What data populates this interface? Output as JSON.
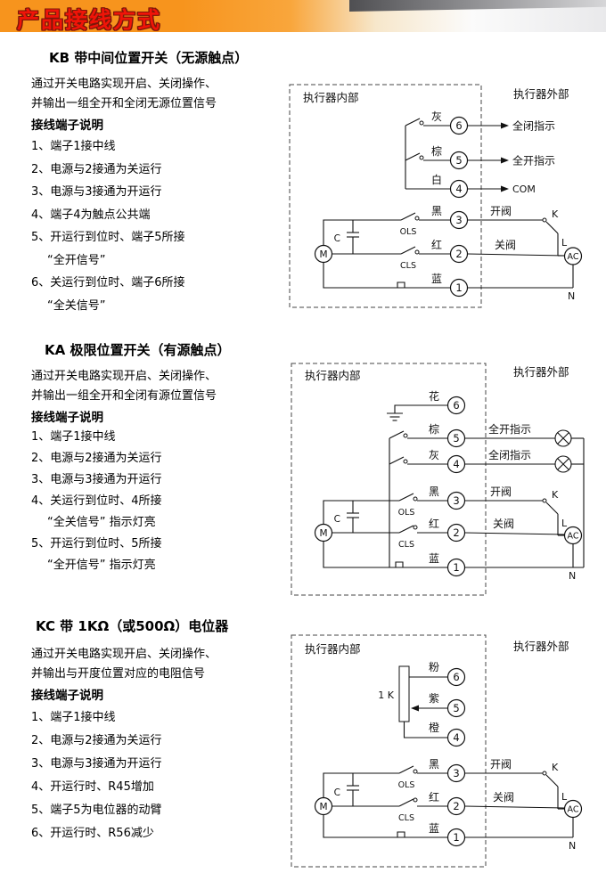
{
  "header": {
    "title": "产品接线方式"
  },
  "sections": [
    {
      "title": "KB 带中间位置开关（无源触点）",
      "desc": [
        "通过开关电路实现开启、关闭操作、",
        "并输出一组全开和全闭无源位置信号"
      ],
      "notes_heading": "接线端子说明",
      "notes": [
        "1、端子1接中线",
        "2、电源与2接通为关运行",
        "3、电源与3接通为开运行",
        "4、端子4为触点公共端",
        "5、开运行到位时、端子5所接",
        "“全开信号”",
        "6、关运行到位时、端子6所接",
        "“全关信号”"
      ],
      "diagram": {
        "internal_label": "执行器内部",
        "external_label": "执行器外部",
        "terminals": [
          "6",
          "5",
          "4",
          "3",
          "2",
          "1"
        ],
        "wires": [
          "灰",
          "棕",
          "白",
          "黑",
          "红",
          "蓝"
        ],
        "motor": "M",
        "capacitor": "C",
        "ols": "OLS",
        "cls": "CLS",
        "closed_indicator": "全闭指示",
        "open_indicator": "全开指示",
        "com": "COM",
        "open_valve": "开阀",
        "close_valve": "关阀",
        "k": "K",
        "l": "L",
        "ac": "AC",
        "n": "N"
      }
    },
    {
      "title": "KA 极限位置开关（有源触点）",
      "desc": [
        "通过开关电路实现开启、关闭操作、",
        "并输出一组全开和全闭有源位置信号"
      ],
      "notes_heading": "接线端子说明",
      "notes": [
        "1、端子1接中线",
        "2、电源与2接通为关运行",
        "3、电源与3接通为开运行",
        "4、关运行到位时、4所接",
        "“全关信号” 指示灯亮",
        "5、开运行到位时、5所接",
        "“全开信号” 指示灯亮"
      ],
      "diagram": {
        "internal_label": "执行器内部",
        "external_label": "执行器外部",
        "terminals": [
          "6",
          "5",
          "4",
          "3",
          "2",
          "1"
        ],
        "wires": [
          "花",
          "棕",
          "灰",
          "黑",
          "红",
          "蓝"
        ],
        "motor": "M",
        "capacitor": "C",
        "ols": "OLS",
        "cls": "CLS",
        "open_indicator": "全开指示",
        "closed_indicator": "全闭指示",
        "open_valve": "开阀",
        "close_valve": "关阀",
        "k": "K",
        "l": "L",
        "ac": "AC",
        "n": "N"
      }
    },
    {
      "title": "KC 带 1KΩ（或500Ω）电位器",
      "desc": [
        "通过开关电路实现开启、关闭操作、",
        "并输出与开度位置对应的电阻信号"
      ],
      "notes_heading": "接线端子说明",
      "notes": [
        "1、端子1接中线",
        "2、电源与2接通为关运行",
        "3、电源与3接通为开运行",
        "4、开运行时、R45增加",
        "5、端子5为电位器的动臂",
        "6、开运行时、R56减少"
      ],
      "diagram": {
        "internal_label": "执行器内部",
        "external_label": "执行器外部",
        "terminals": [
          "6",
          "5",
          "4",
          "3",
          "2",
          "1"
        ],
        "wires": [
          "粉",
          "紫",
          "橙",
          "黑",
          "红",
          "蓝"
        ],
        "pot": "1 K",
        "motor": "M",
        "capacitor": "C",
        "ols": "OLS",
        "cls": "CLS",
        "open_valve": "开阀",
        "close_valve": "关阀",
        "k": "K",
        "l": "L",
        "ac": "AC",
        "n": "N"
      }
    }
  ]
}
